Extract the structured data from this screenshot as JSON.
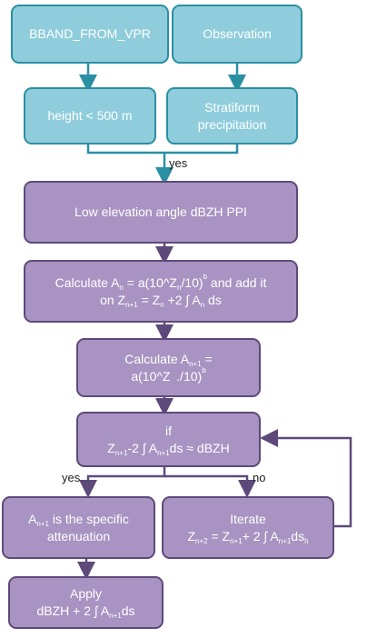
{
  "colors": {
    "teal_fill": "#8fcddc",
    "teal_border": "#2b8fa3",
    "purple_fill": "#a893c2",
    "purple_border": "#5e4a7a",
    "teal_arrow": "#2b8fa3",
    "purple_arrow": "#5e4a7a"
  },
  "nodes": {
    "bband": {
      "label": "BBAND_FROM_VPR"
    },
    "observation": {
      "label": "Observation"
    },
    "height": {
      "label": "height < 500 m"
    },
    "stratiform": {
      "line1": "Stratiform",
      "line2": "precipitation"
    },
    "low_elev": {
      "label": "Low elevation  angle dBZH PPI"
    },
    "calc1": {
      "l1_a": "Calculate  A",
      "l1_sub_n": "n",
      "l1_b": " = a(10^Z",
      "l1_sub_n2": "n",
      "l1_c": "/10)",
      "l1_sup_b": "b",
      "l1_d": "  and add it",
      "l2_a": "on  Z",
      "l2_sub": "n+1",
      "l2_b": " = Z",
      "l2_sub2": "n",
      "l2_c": " +2 ∫ A",
      "l2_sub3": "n",
      "l2_d": "  ds"
    },
    "calc2": {
      "l1_a": "Calculate  A",
      "l1_sub": "n+1",
      "l1_b": " =",
      "l2_a": "a(10^Z",
      "l2_sub": "   ",
      "l2_b": "./10)",
      "l2_sup": "b"
    },
    "if": {
      "l1": "if",
      "l2_a": "Z",
      "l2_sub": "n+1",
      "l2_b": "-2 ∫ A",
      "l2_sub2": "n+1",
      "l2_c": "ds ≈ dBZH"
    },
    "specific": {
      "l1_a": "A",
      "l1_sub": "n+1",
      "l1_b": " is the specific",
      "l2": "attenuation"
    },
    "iterate": {
      "l1": "Iterate",
      "l2_a": "Z",
      "l2_sub": "n+2",
      "l2_b": "  =  Z",
      "l2_sub2": "n+1",
      "l2_c": "+ 2 ∫ A",
      "l2_sub3": "n+1",
      "l2_d": "ds",
      "l2_sub4": "h"
    },
    "apply": {
      "l1": "Apply",
      "l2_a": "dBZH + 2 ∫ A",
      "l2_sub": "n+1",
      "l2_b": "ds"
    }
  },
  "edge_labels": {
    "yes_top": "yes",
    "yes_left": "yes",
    "no_right": "no"
  }
}
